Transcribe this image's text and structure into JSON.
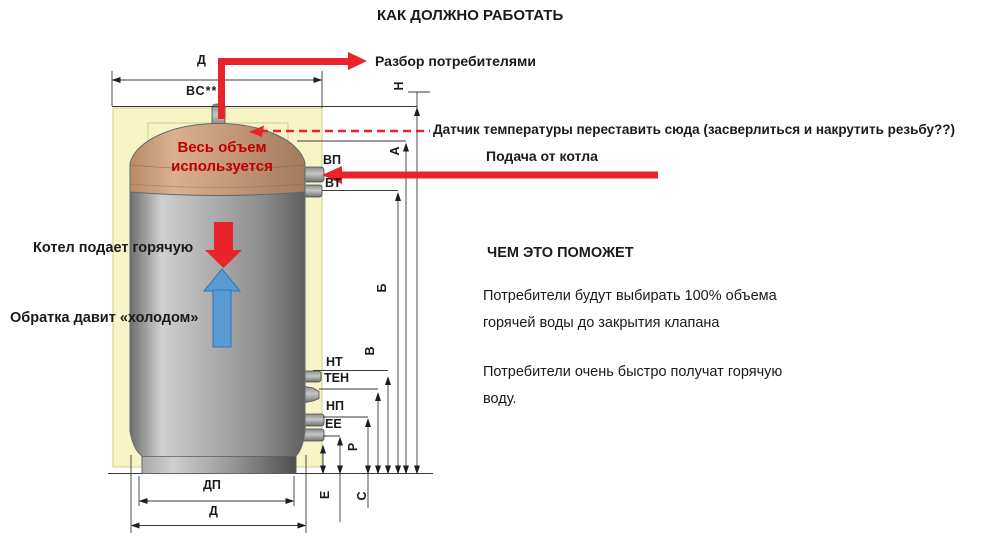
{
  "title": "КАК ДОЛЖНО РАБОТАТЬ",
  "annotations": {
    "draw_off": "Разбор потребителями",
    "sensor": "Датчик температуры переставить сюда (засверлиться и накрутить резьбу??)",
    "boiler_supply": "Подача от котла",
    "boiler_feeds": "Котел подает горячую",
    "return_cold": "Обратка давит «холодом»",
    "dome_text": "Весь объем используется"
  },
  "benefits": {
    "heading": "ЧЕМ ЭТО ПОМОЖЕТ",
    "p1": "Потребители будут выбирать 100% объема горячей воды до закрытия клапана",
    "p2": "Потребители очень быстро получат горячую воду."
  },
  "dims": {
    "d_top": "Д",
    "vs": "ВС**",
    "n": "Н",
    "a": "А",
    "b": "Б",
    "v": "В",
    "r": "Р",
    "s": "С",
    "e": "Е",
    "vp": "ВП",
    "vt": "ВТ",
    "nt": "НТ",
    "ten": "ТЕН",
    "np": "НП",
    "ee": "ЕЕ",
    "dp": "ДП",
    "d_bottom": "Д"
  },
  "colors": {
    "accent_red": "#e8232a",
    "dome_text_red": "#c00000",
    "cold_blue": "#5b9bd5",
    "insulation_yellow": "#f7f4c5"
  }
}
